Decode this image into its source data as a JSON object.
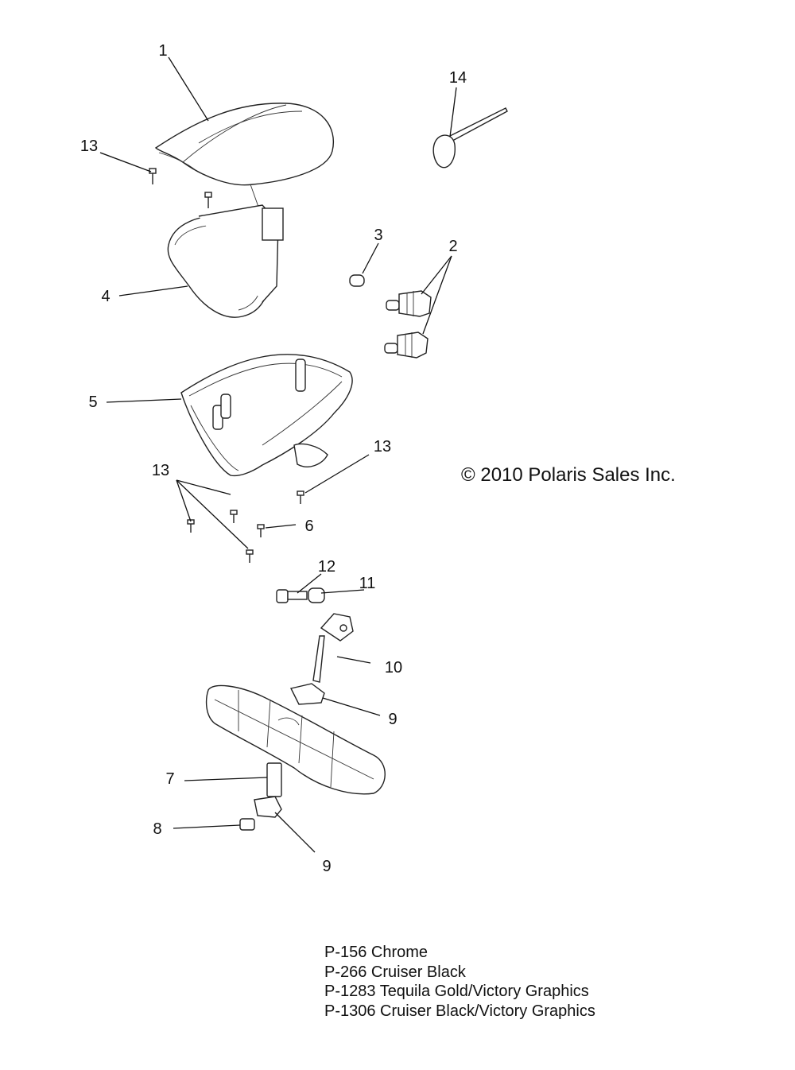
{
  "copyright": "© 2010 Polaris Sales Inc.",
  "callouts": {
    "c1": "1",
    "c2": "2",
    "c3": "3",
    "c4": "4",
    "c5": "5",
    "c6": "6",
    "c7": "7",
    "c8": "8",
    "c9a": "9",
    "c9b": "9",
    "c10": "10",
    "c11": "11",
    "c12": "12",
    "c13a": "13",
    "c13b": "13",
    "c13c": "13",
    "c14": "14"
  },
  "legend": [
    "P-156  Chrome",
    "P-266  Cruiser Black",
    "P-1283 Tequila Gold/Victory Graphics",
    "P-1306 Cruiser Black/Victory Graphics"
  ]
}
